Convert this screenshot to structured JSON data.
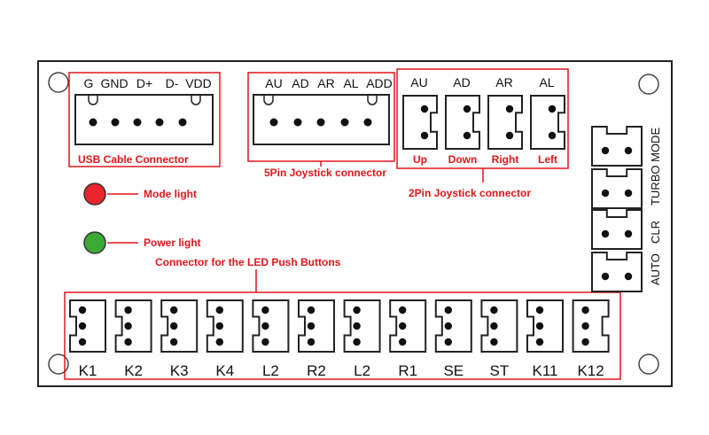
{
  "usb": {
    "pins": [
      "G",
      "GND",
      "D+",
      "D-",
      "VDD"
    ],
    "caption": "USB Cable Connector"
  },
  "joystick5": {
    "pins": [
      "AU",
      "AD",
      "AR",
      "AL",
      "ADD"
    ],
    "caption": "5Pin Joystick connector"
  },
  "joystick2": {
    "top_labels": [
      "AU",
      "AD",
      "AR",
      "AL"
    ],
    "bottom_labels": [
      "Up",
      "Down",
      "Right",
      "Left"
    ],
    "caption": "2Pin Joystick connector"
  },
  "mode_light": {
    "label": "Mode light",
    "color": "#e8262b"
  },
  "power_light": {
    "label": "Power light",
    "color": "#3aaa35"
  },
  "buttons": {
    "caption": "Connector for the LED Push Buttons",
    "keys": [
      "K1",
      "K2",
      "K3",
      "K4",
      "L2",
      "R2",
      "L2",
      "R1",
      "SE",
      "ST",
      "K11",
      "K12"
    ]
  },
  "side": {
    "labels": [
      "TURBO MODE",
      "CLR",
      "AUTO"
    ]
  },
  "colors": {
    "annotation": "#e0161b",
    "outline": "#222222"
  }
}
